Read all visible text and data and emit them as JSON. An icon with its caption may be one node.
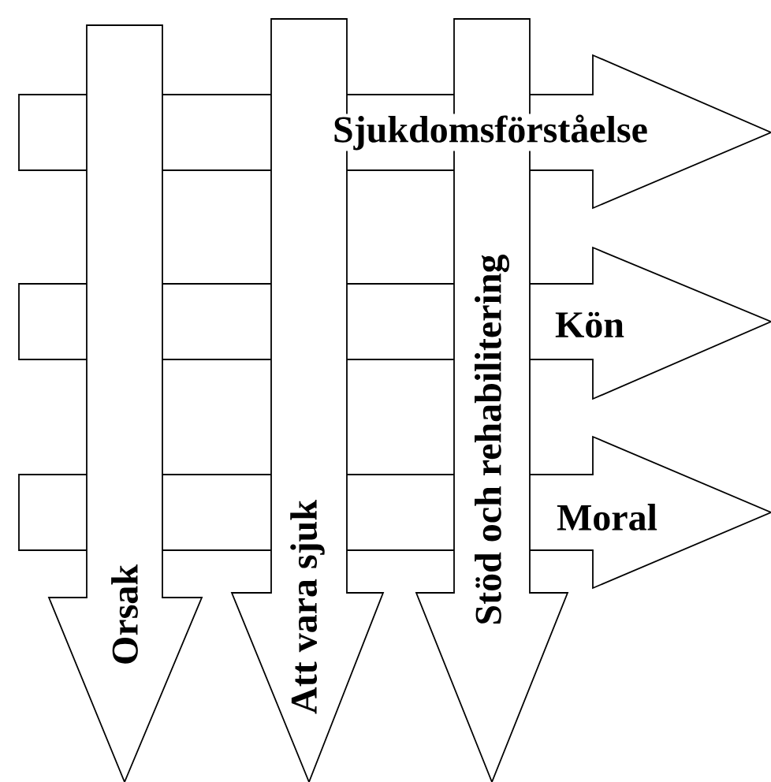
{
  "diagram": {
    "nodes": [
      {
        "text": [
          "Sjukdomsförståelse"
        ]
      },
      {
        "text": [
          "Kön"
        ]
      },
      {
        "text": [
          "Moral"
        ]
      },
      {
        "text": [
          "Orsak"
        ]
      },
      {
        "text": [
          "Att vara sjuk"
        ]
      },
      {
        "text": [
          "Stöd och rehabilitering"
        ]
      }
    ]
  }
}
